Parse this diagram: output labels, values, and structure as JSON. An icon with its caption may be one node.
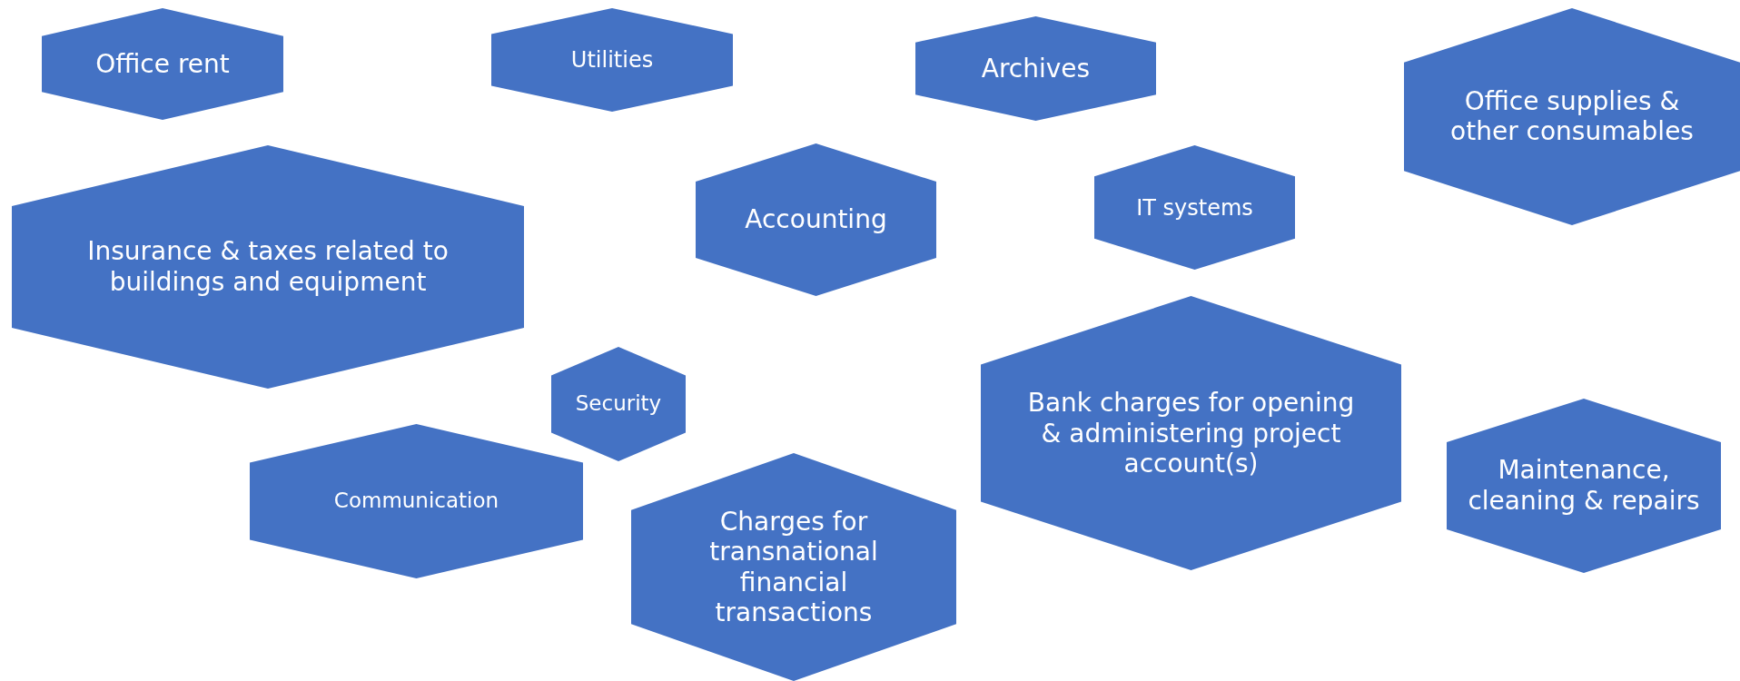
{
  "diagram": {
    "nodes": [
      {
        "text": [
          "Office rent"
        ]
      },
      {
        "text": [
          "Utilities"
        ]
      },
      {
        "text": [
          "Archives"
        ]
      },
      {
        "text": [
          "Office supplies & other consumables"
        ]
      },
      {
        "text": [
          "Insurance & taxes related to buildings and equipment"
        ]
      },
      {
        "text": [
          "Accounting"
        ]
      },
      {
        "text": [
          "IT systems"
        ]
      },
      {
        "text": [
          "Security"
        ]
      },
      {
        "text": [
          "Communication"
        ]
      },
      {
        "text": [
          "Bank charges for opening & administering project account(s)"
        ]
      },
      {
        "text": [
          "Maintenance, cleaning & repairs"
        ]
      },
      {
        "text": [
          "Charges for transnational financial transactions"
        ]
      }
    ]
  }
}
